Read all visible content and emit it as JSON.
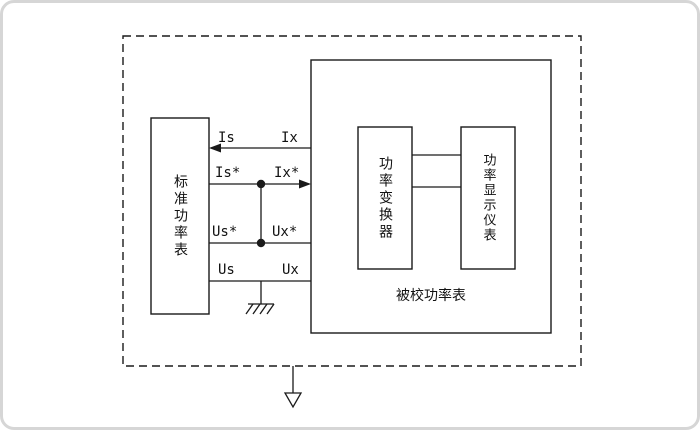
{
  "diagram": {
    "left_box": {
      "label": "标准功率表"
    },
    "main_box": {
      "label": "被校功率表"
    },
    "converter_box": {
      "label": "功率变换器"
    },
    "display_box": {
      "label": "功率显示仪表"
    },
    "wires": {
      "is_label": "Is",
      "ix_label": "Ix",
      "is_star_label": "Is*",
      "ix_star_label": "Ix*",
      "us_star_label": "Us*",
      "ux_star_label": "Ux*",
      "us_label": "Us",
      "ux_label": "Ux"
    },
    "colors": {
      "line": "#1a1a1a",
      "frame": "#d6d6d6",
      "background": "#ffffff"
    }
  }
}
